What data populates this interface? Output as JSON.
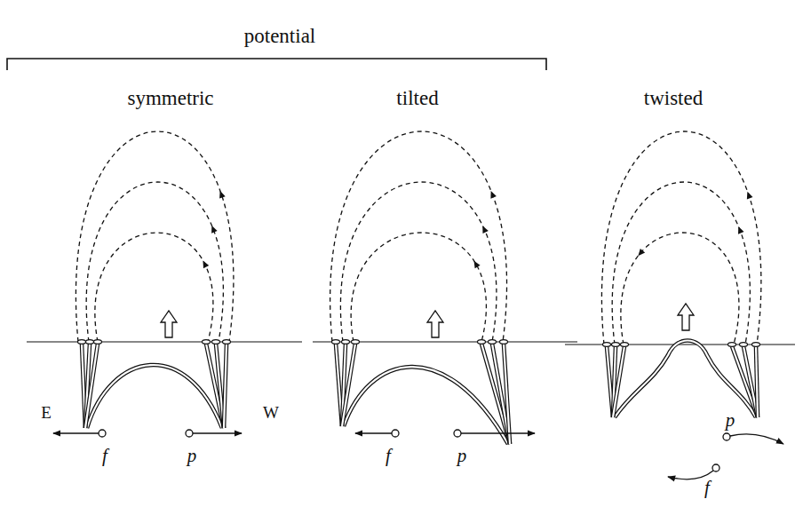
{
  "diagram": {
    "labels": [
      "potential",
      "symmetric",
      "tilted",
      "twisted",
      "E",
      "W",
      "f",
      "p",
      "f",
      "p",
      "f",
      "p"
    ]
  }
}
